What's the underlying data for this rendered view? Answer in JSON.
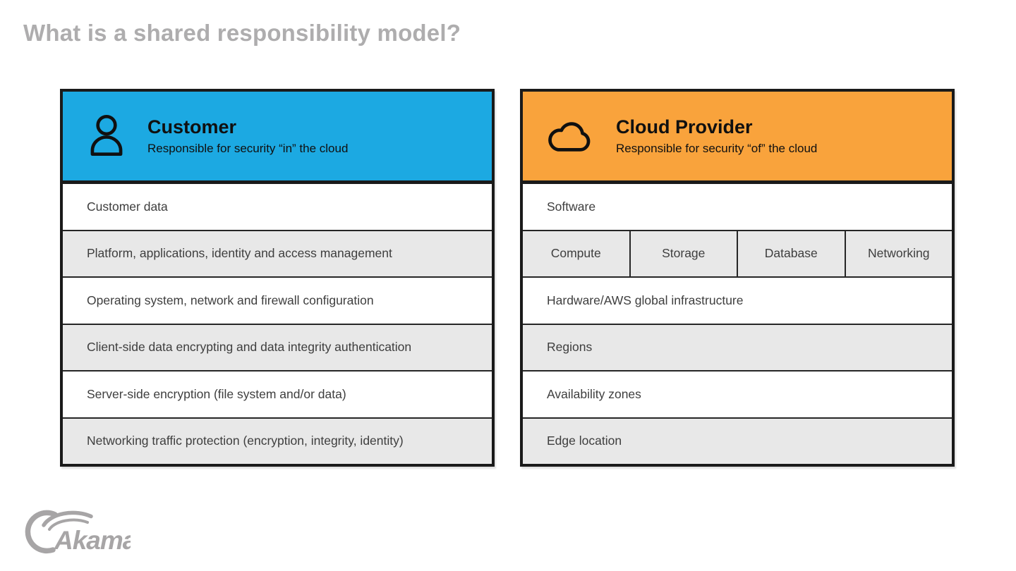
{
  "title": "What is a shared responsibility model?",
  "colors": {
    "customer_header": "#1ca9e2",
    "provider_header": "#f9a33c",
    "panel_border": "#1a1a1a",
    "row_alt": "#e8e8e8",
    "title_gray": "#aeadae",
    "logo_gray": "#a7a5a6"
  },
  "panels": [
    {
      "id": "customer",
      "header": {
        "title": "Customer",
        "subtitle": "Responsible for security “in” the cloud",
        "icon": "person-icon"
      },
      "rows": [
        {
          "label": "Customer data"
        },
        {
          "label": "Platform, applications, identity and access management"
        },
        {
          "label": "Operating system, network and firewall configuration"
        },
        {
          "label": "Client-side data encrypting and data integrity authentication"
        },
        {
          "label": "Server-side encryption (file system and/or data)"
        },
        {
          "label": "Networking traffic protection (encryption, integrity, identity)"
        }
      ]
    },
    {
      "id": "cloud-provider",
      "header": {
        "title": "Cloud Provider",
        "subtitle": "Responsible for security “of” the cloud",
        "icon": "cloud-icon"
      },
      "rows": [
        {
          "label": "Software"
        },
        {
          "cells": [
            "Compute",
            "Storage",
            "Database",
            "Networking"
          ]
        },
        {
          "label": "Hardware/AWS global infrastructure"
        },
        {
          "label": "Regions"
        },
        {
          "label": "Availability zones"
        },
        {
          "label": "Edge location"
        }
      ]
    }
  ],
  "logo": {
    "text": "Akamai"
  }
}
